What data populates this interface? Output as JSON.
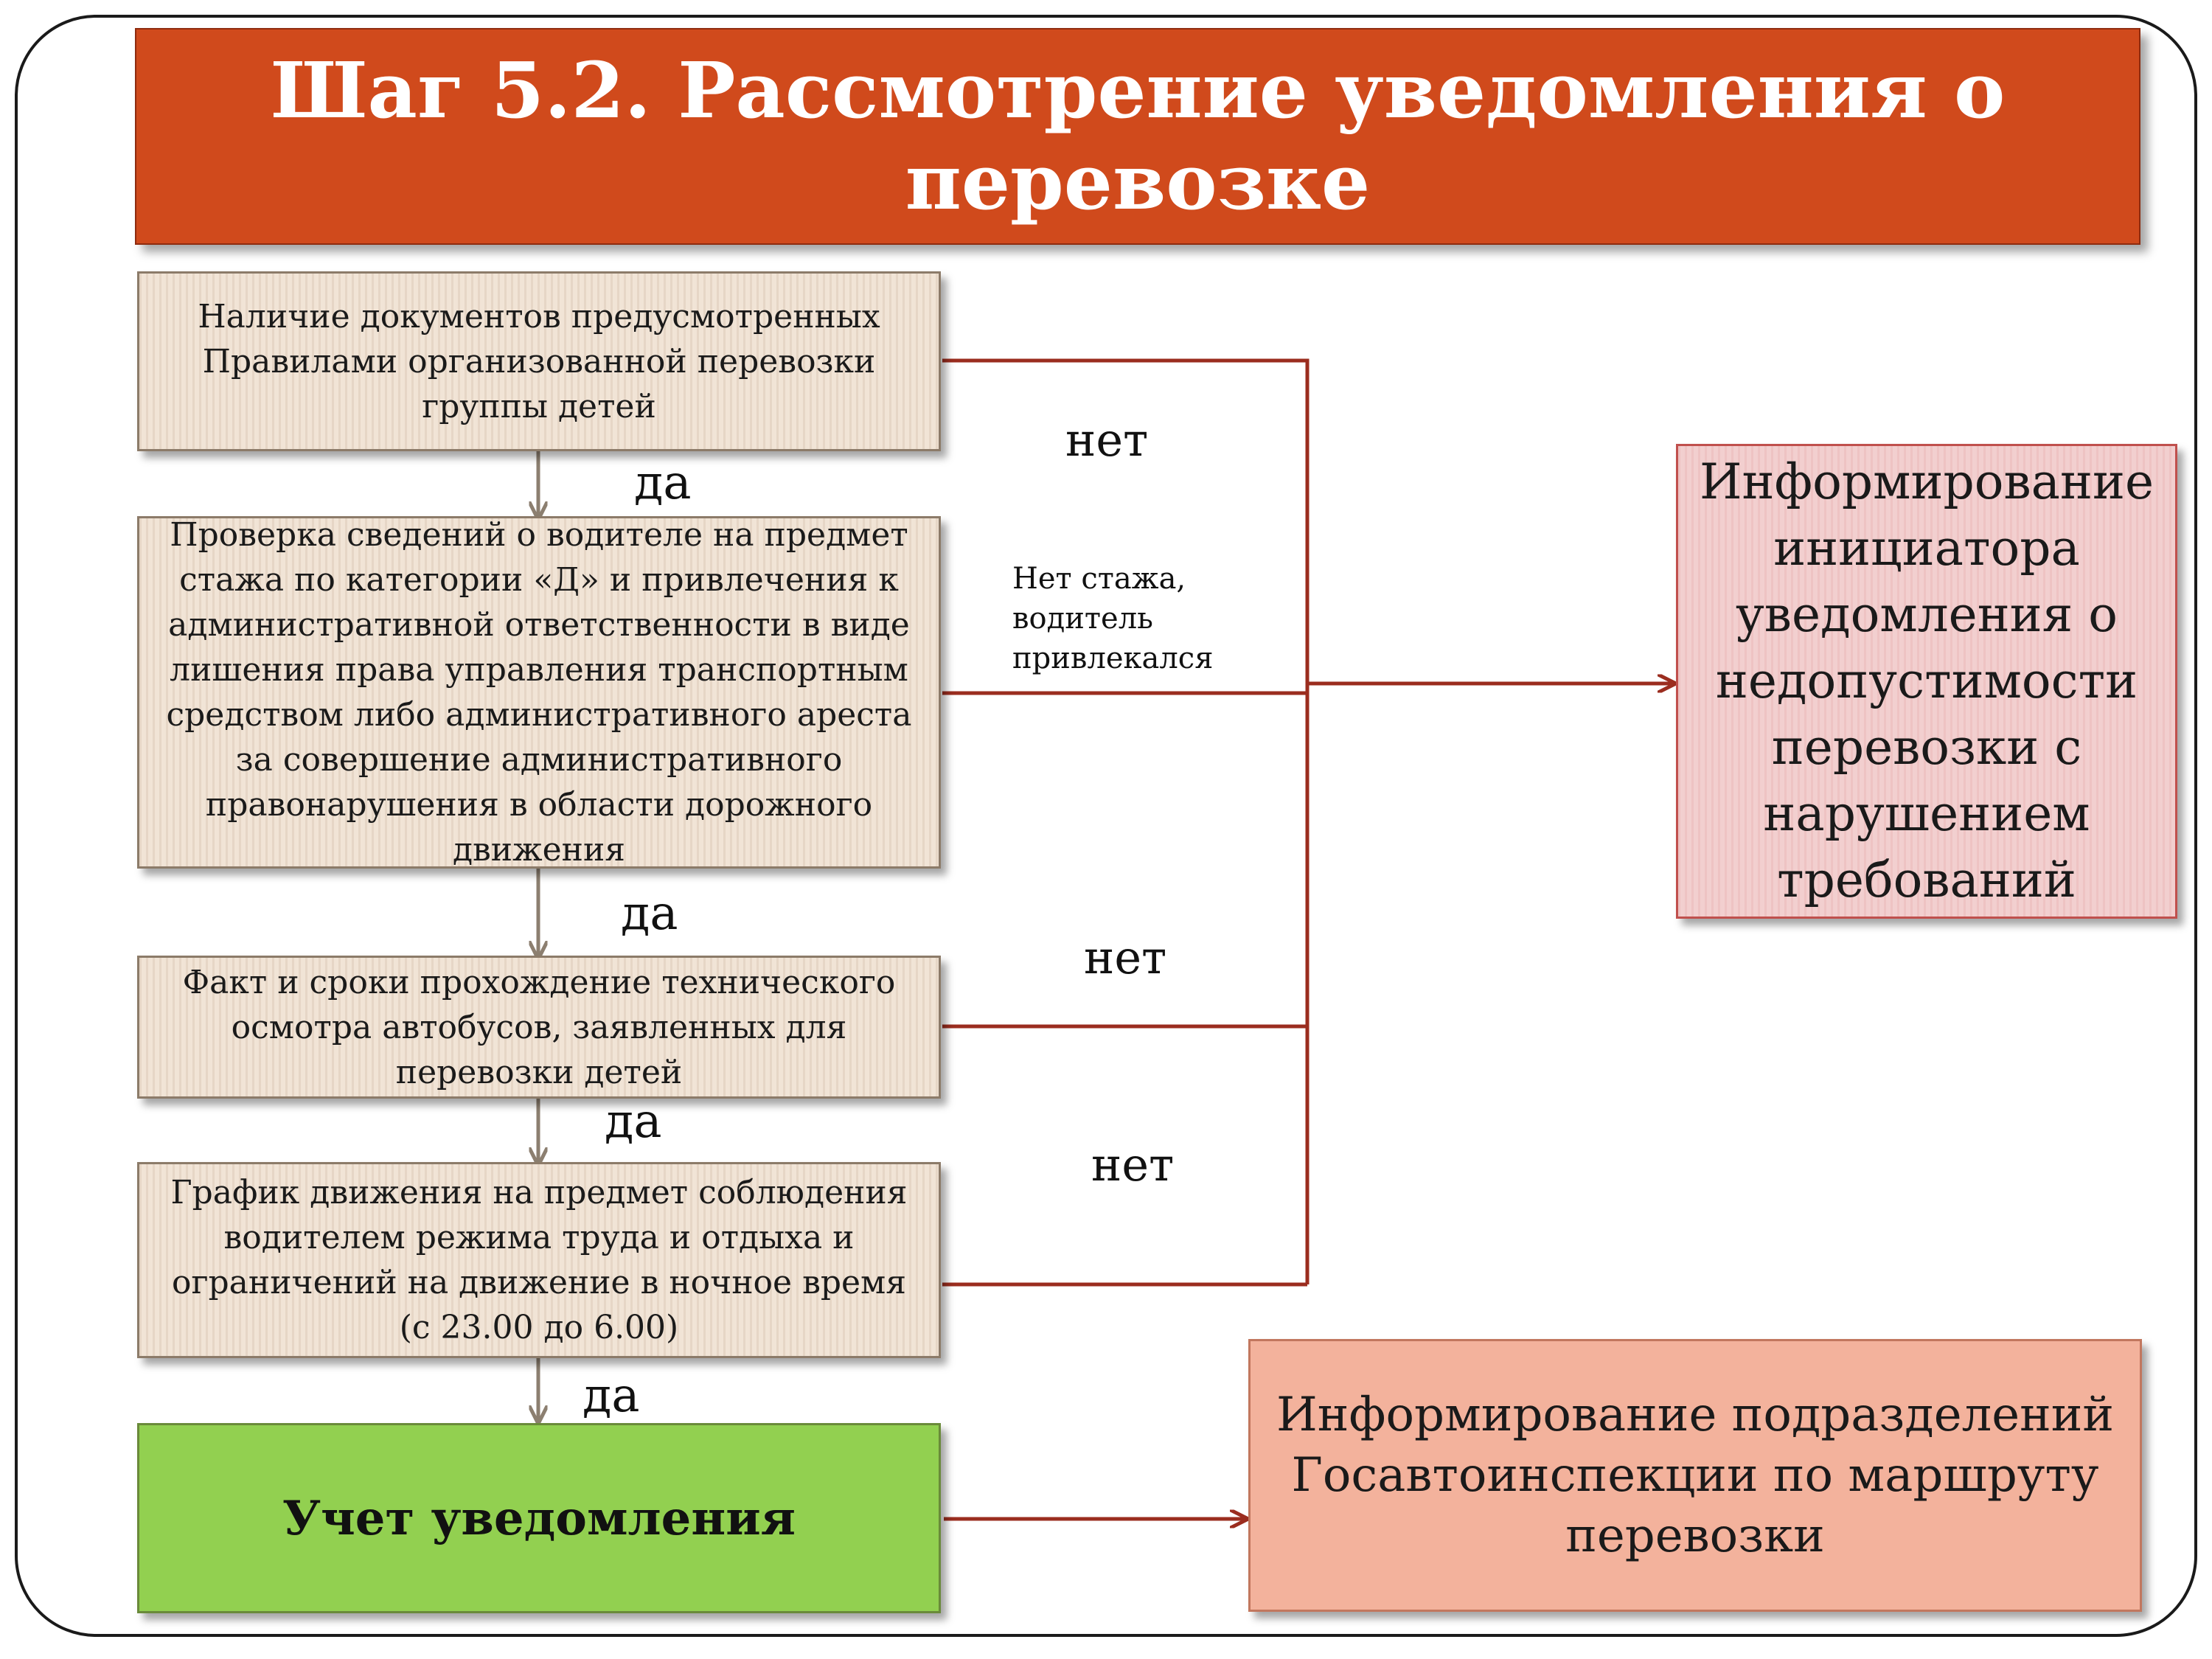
{
  "title": "Шаг 5.2. Рассмотрение уведомления о перевозке",
  "steps": [
    {
      "text": "Наличие документов предусмотренных Правилами организованной перевозки группы детей"
    },
    {
      "text": "Проверка сведений о водителе на предмет стажа по категории «Д» и привлечения к административной ответственности  в виде лишения права управления транспортным средством либо административного ареста за совершение административного правонарушения в области дорожного движения"
    },
    {
      "text": "Факт и сроки прохождение технического осмотра автобусов, заявленных для перевозки детей"
    },
    {
      "text": "График движения на предмет соблюдения водителем режима труда и отдыха и ограничений на движение в ночное время (с 23.00 до 6.00)"
    }
  ],
  "labels": {
    "yes_1": "да",
    "yes_2": "да",
    "yes_3": "да",
    "yes_4": "да",
    "no_1": "нет",
    "no_2": "Нет стажа, водитель привлекался",
    "no_3": "нет",
    "no_4": "нет"
  },
  "outcomes": {
    "accept": "Учет уведомления",
    "reject": "Информирование инициатора уведомления о недопустимости перевозки с нарушением требований",
    "notify": "Информирование подразделений Госавтоинспекции по маршруту перевозки"
  },
  "colors": {
    "title_bg": "#d04a1c",
    "step_bg": "#f1e4d6",
    "accept_bg": "#92d050",
    "reject_bg": "#f2cfcf",
    "notify_bg": "#f3b29c",
    "no_line": "#9b2d1f",
    "yes_arrow": "#8c7f70"
  }
}
